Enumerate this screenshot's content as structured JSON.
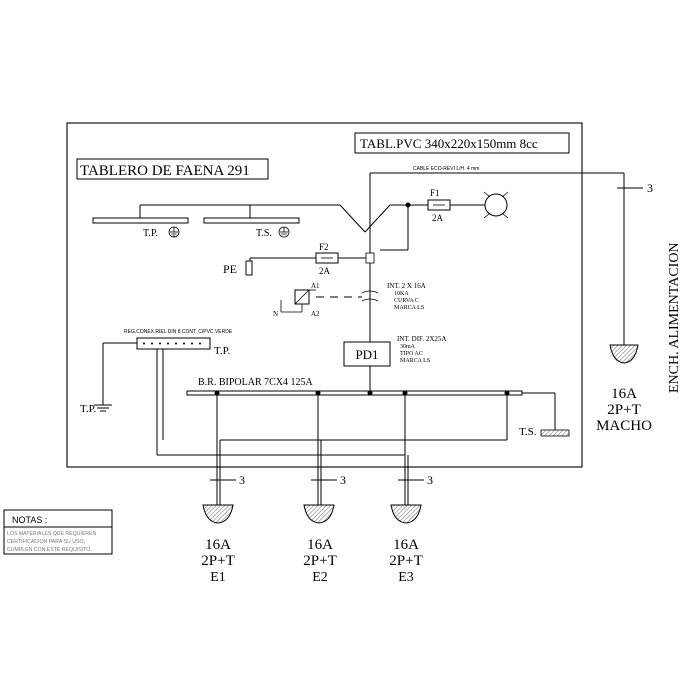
{
  "panel": {
    "title": "TABLERO DE FAENA 291",
    "enclosure": "TABL.PVC 340x220x150mm  8cc",
    "cable": "CABLE ECO-REVI L/H. 4 mm"
  },
  "fuses": {
    "f1_name": "F1",
    "f1_rating": "2A",
    "f2_name": "F2",
    "f2_rating": "2A"
  },
  "labels": {
    "tp_top": "T.P.",
    "ts_top": "T.S.",
    "pe": "PE",
    "a1": "A1",
    "a2": "A2",
    "n": "N",
    "int_line1": "INT. 2 X 16A",
    "int_line2": "10KA",
    "int_line3": "CURVA C",
    "int_line4": "MARCA LS",
    "pd1": "PD1",
    "dif_line1": "INT. DIF. 2X25A",
    "dif_line2": "30mA",
    "dif_line3": "TIPO AC",
    "dif_line4": "MARCA LS",
    "reg_bar": "REG.CONEX.RIEL DIN 8 CONT. C/PVC VERDE",
    "tp_bar": "T.P.",
    "tp_ground": "T.P.",
    "busbar": "B.R. BIPOLAR  7CX4  125A",
    "ts_ground": "T.S."
  },
  "feed": {
    "count": "3",
    "rating": "16A",
    "poles": "2P+T",
    "type": "MACHO",
    "vertical_label": "ENCH. ALIMENTACION"
  },
  "outlets": [
    {
      "count": "3",
      "rating": "16A",
      "poles": "2P+T",
      "name": "E1"
    },
    {
      "count": "3",
      "rating": "16A",
      "poles": "2P+T",
      "name": "E2"
    },
    {
      "count": "3",
      "rating": "16A",
      "poles": "2P+T",
      "name": "E3"
    }
  ],
  "notes": {
    "title": "NOTAS :",
    "line1": "LOS MATERIALES QUE REQUIEREN",
    "line2": "CERTIFICACION PARA SU USO,",
    "line3": "CUMPLEN CON ESTE REQUISITO."
  }
}
